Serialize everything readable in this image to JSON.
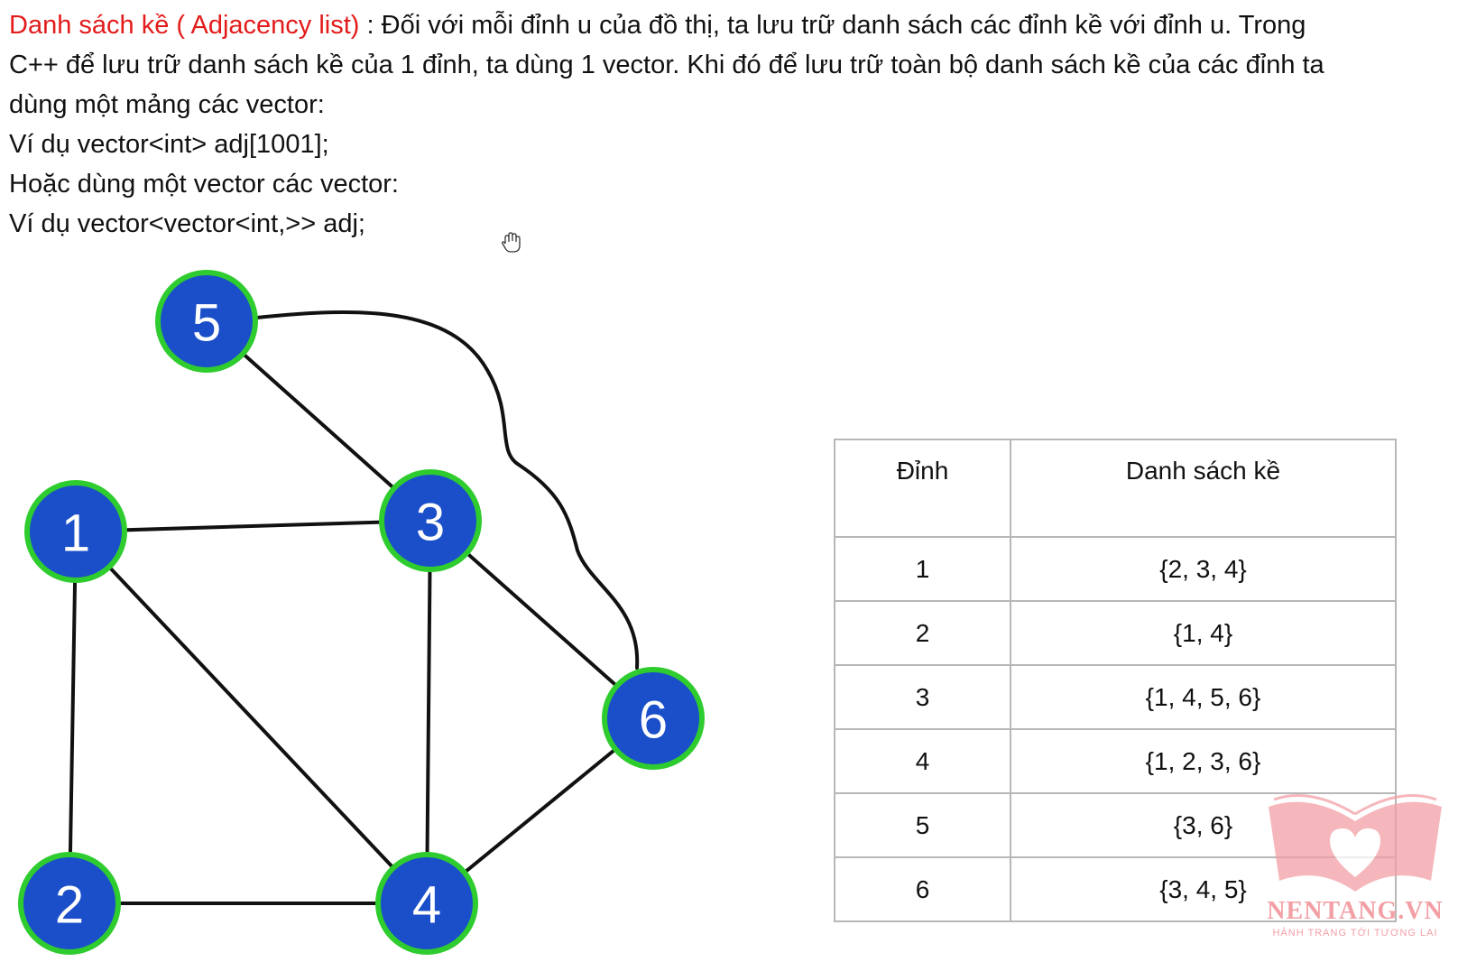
{
  "text": {
    "heading_term": "Danh sách kề ( Adjacency list)",
    "line1_rest": " : Đối với mỗi đỉnh u của đồ thị, ta lưu trữ danh sách các đỉnh kề với đỉnh u. Trong",
    "line2": "C++ để lưu trữ danh sách kề của 1 đỉnh, ta dùng 1 vector. Khi đó để lưu trữ toàn bộ danh sách kề của các đỉnh ta",
    "line3": "dùng một mảng các vector:",
    "line4": "Ví dụ vector<int> adj[1001];",
    "line5": "Hoặc dùng một vector các vector:",
    "line6": "Ví dụ vector<vector<int,>> adj;"
  },
  "graph": {
    "nodes": [
      {
        "id": "5",
        "label": "5"
      },
      {
        "id": "1",
        "label": "1"
      },
      {
        "id": "3",
        "label": "3"
      },
      {
        "id": "6",
        "label": "6"
      },
      {
        "id": "2",
        "label": "2"
      },
      {
        "id": "4",
        "label": "4"
      }
    ],
    "edges": [
      {
        "from": "5",
        "to": "3"
      },
      {
        "from": "5",
        "to": "6"
      },
      {
        "from": "1",
        "to": "3"
      },
      {
        "from": "1",
        "to": "2"
      },
      {
        "from": "1",
        "to": "4"
      },
      {
        "from": "3",
        "to": "4"
      },
      {
        "from": "3",
        "to": "6"
      },
      {
        "from": "2",
        "to": "4"
      },
      {
        "from": "4",
        "to": "6"
      }
    ],
    "colors": {
      "node_fill": "#1b4fc9",
      "node_border": "#2ecc2e",
      "edge": "#111111",
      "label": "#ffffff"
    }
  },
  "table": {
    "headers": [
      "Đỉnh",
      "Danh sách kề"
    ],
    "rows": [
      [
        "1",
        "{2, 3, 4}"
      ],
      [
        "2",
        "{1, 4}"
      ],
      [
        "3",
        "{1, 4, 5, 6}"
      ],
      [
        "4",
        "{1, 2, 3, 6}"
      ],
      [
        "5",
        "{3, 6}"
      ],
      [
        "6",
        "{3, 4, 5}"
      ]
    ]
  },
  "watermark": {
    "brand": "NENTANG.VN",
    "tagline": "HÀNH TRANG TỚI TƯƠNG LAI",
    "color": "#f2a0a5"
  },
  "icons": {
    "cursor": "hand-cursor-icon",
    "logo": "open-book-heart-icon"
  }
}
